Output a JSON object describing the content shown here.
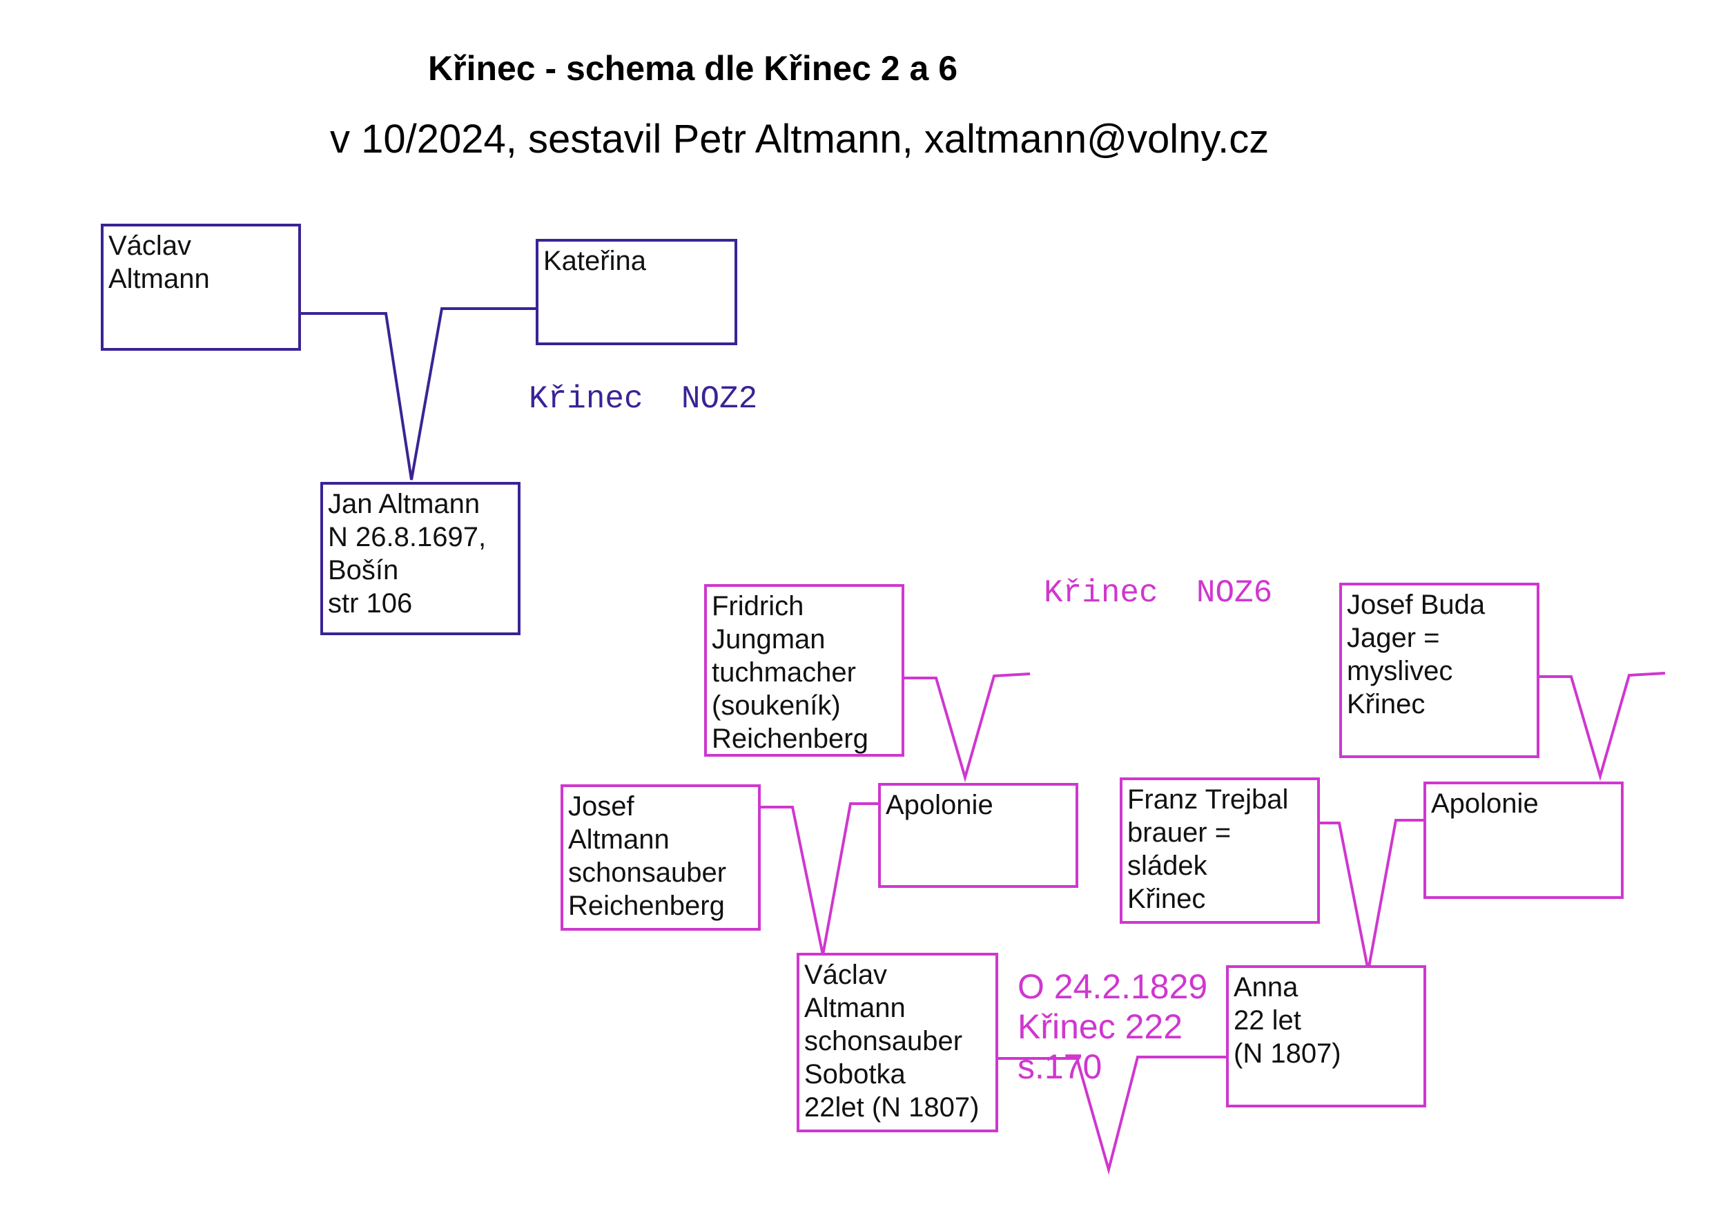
{
  "header": {
    "title": "Křinec - schema dle Křinec 2 a 6",
    "subtitle": "v 10/2024, sestavil Petr Altmann, xaltmann@volny.cz"
  },
  "colors": {
    "noz2": "#3a2395",
    "noz6": "#cf37cf",
    "text": "#111111"
  },
  "sections": {
    "noz2_label": "Křinec  NOZ2",
    "noz6_label": "Křinec  NOZ6"
  },
  "persons": {
    "vaclav_altmann_1": [
      "Václav",
      "Altmann"
    ],
    "katerina": [
      "Kateřina"
    ],
    "jan_altmann": [
      "Jan Altmann",
      "N 26.8.1697,",
      "Bošín",
      "str 106"
    ],
    "fridrich_jungman": [
      "Fridrich",
      "Jungman",
      "tuchmacher",
      "(soukeník)",
      "Reichenberg"
    ],
    "apolonie_1": [
      "Apolonie"
    ],
    "josef_altmann": [
      "Josef",
      "Altmann",
      "schonsauber",
      "Reichenberg"
    ],
    "vaclav_altmann_2": [
      "Václav",
      "Altmann",
      "schonsauber",
      "Sobotka",
      "22let (N 1807)"
    ],
    "josef_buda": [
      "Josef Buda",
      "Jager =",
      "myslivec",
      "Křinec"
    ],
    "franz_trejbal": [
      "Franz Trejbal",
      "brauer =",
      "sládek",
      "Křinec"
    ],
    "apolonie_2": [
      "Apolonie"
    ],
    "anna": [
      "Anna",
      "22 let",
      "(N 1807)"
    ]
  },
  "marriage_note": [
    "O 24.2.1829",
    "Křinec 222",
    "s.170"
  ]
}
